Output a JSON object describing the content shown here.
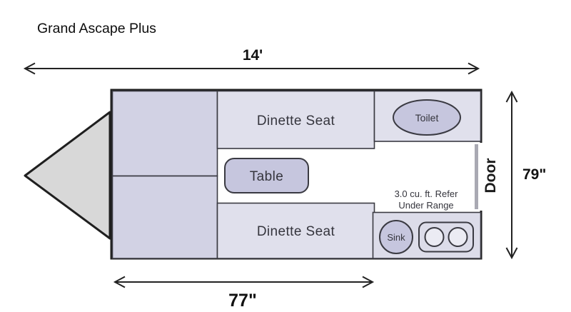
{
  "title": "Grand Ascape Plus",
  "dimensions": {
    "total_length": "14'",
    "door_side_width": "79\"",
    "box_length": "77\""
  },
  "rooms": {
    "dinette_top": "Dinette Seat",
    "dinette_bottom": "Dinette Seat",
    "table": "Table",
    "toilet": "Toilet",
    "sink": "Sink",
    "door": "Door"
  },
  "notes": {
    "refer_line1": "3.0 cu. ft. Refer",
    "refer_line2": "Under Range"
  },
  "colors": {
    "wall": "#1f1f1f",
    "nose": "#d8d8d8",
    "cabinet": "#d2d2e4",
    "room": "#e0e0ec",
    "counter": "#dcdce9",
    "fixture": "#c6c6de",
    "burner": "#ebebf3",
    "door_panel": "#a9a9b3",
    "aisle": "#ffffff"
  }
}
